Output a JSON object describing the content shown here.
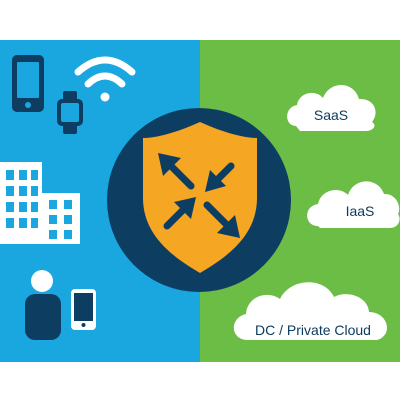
{
  "colors": {
    "left_panel": "#1aa7df",
    "right_panel": "#6cbd45",
    "device_fill": "#0e3d62",
    "building_window": "#ffffff",
    "hub_circle": "#0e3d62",
    "shield": "#f5a623",
    "arrows": "#0e3d62",
    "cloud": "#ffffff",
    "cloud_text": "#0b3a5c"
  },
  "icons": {
    "smartphone": "smartphone-icon",
    "smartwatch": "smartwatch-icon",
    "wifi": "wifi-icon",
    "buildings": "office-buildings-icon",
    "user": "user-icon",
    "user_phone": "handheld-phone-icon",
    "shield": "security-shield-icon",
    "arrows": "convergence-arrows-icon"
  },
  "clouds": [
    {
      "label": "SaaS"
    },
    {
      "label": "IaaS"
    },
    {
      "label": "DC / Private Cloud"
    }
  ]
}
